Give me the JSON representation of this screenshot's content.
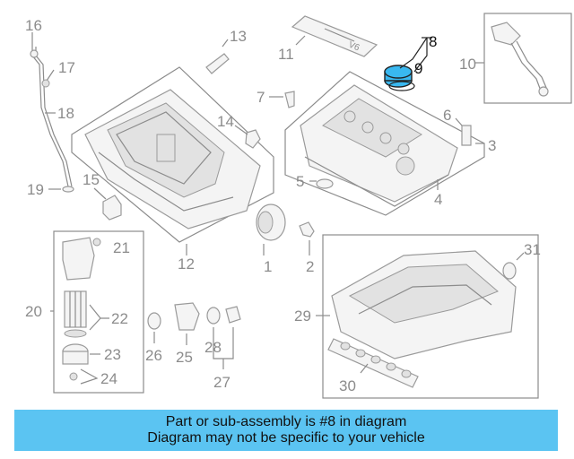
{
  "part_numbers": [
    "1",
    "2",
    "3",
    "4",
    "5",
    "6",
    "7",
    "8",
    "9",
    "10",
    "11",
    "12",
    "13",
    "14",
    "15",
    "16",
    "17",
    "18",
    "19",
    "20",
    "21",
    "22",
    "23",
    "24",
    "25",
    "26",
    "27",
    "28",
    "29",
    "30",
    "31"
  ],
  "highlighted_part": "8",
  "highlight_color": "#39b8f0",
  "banner": {
    "line1": "Part or sub-assembly is #8 in diagram",
    "line2": "Diagram may not be specific to your vehicle",
    "background": "#5bc4f2"
  }
}
